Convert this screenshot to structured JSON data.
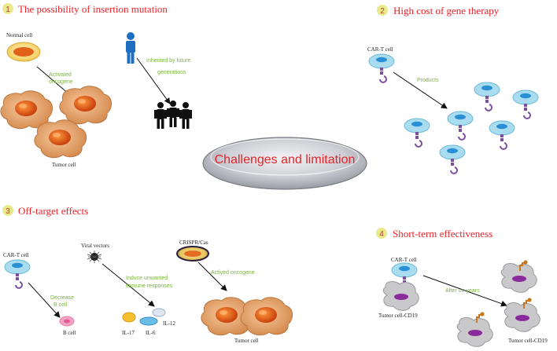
{
  "center_title": "Challenges and limitation",
  "sections": [
    {
      "number": "1",
      "title": "The possibility of insertion mutation"
    },
    {
      "number": "2",
      "title": "High cost of gene therapy"
    },
    {
      "number": "3",
      "title": "Off-target effects"
    },
    {
      "number": "4",
      "title": "Short-term effectiveness"
    }
  ],
  "labels": {
    "normal_cell": "Normal cell",
    "activated_oncogene_1": "Activated",
    "activated_oncogene_2": "oncogene",
    "tumor_cell_1": "Tumor cell",
    "inherited_1": "Inherited by future",
    "inherited_2": "generations",
    "cart_cell_2": "CAR-T cell",
    "products": "Products",
    "cart_cell_3": "CAR-T cell",
    "decrease_1": "Decrease",
    "decrease_2": "B cell",
    "b_cell": "B cell",
    "viral_vectors": "Viral vectors",
    "induce_1": "Induce unwanted",
    "induce_2": "immune responses",
    "il12": "IL-12",
    "il17": "IL-17",
    "il6": "IL-6",
    "crispr": "CRISPR/Cas",
    "actived_oncogene": "Actived oncogene",
    "tumor_cell_3": "Tumor cell",
    "cart_cell_4": "CAR-T cell",
    "after_years": "After on years",
    "tumor_cd19_1": "Tumor cell-CD19",
    "tumor_cd19_2": "Tumor cell-CD19"
  },
  "colors": {
    "title_red": "#e8222a",
    "green_text": "#7ab43c",
    "badge_fill": "#e9ea8c",
    "badge_text": "#c0392b",
    "cart_body": "#a9dcef",
    "cart_nucleus": "#2a8fd4",
    "receptor": "#7b4f9d",
    "tumor_fill": "#e2a06a",
    "tumor_nucleus": "#e0641e",
    "grey_cell": "#c9c9cb",
    "grey_nucleus": "#8a2a9c"
  }
}
